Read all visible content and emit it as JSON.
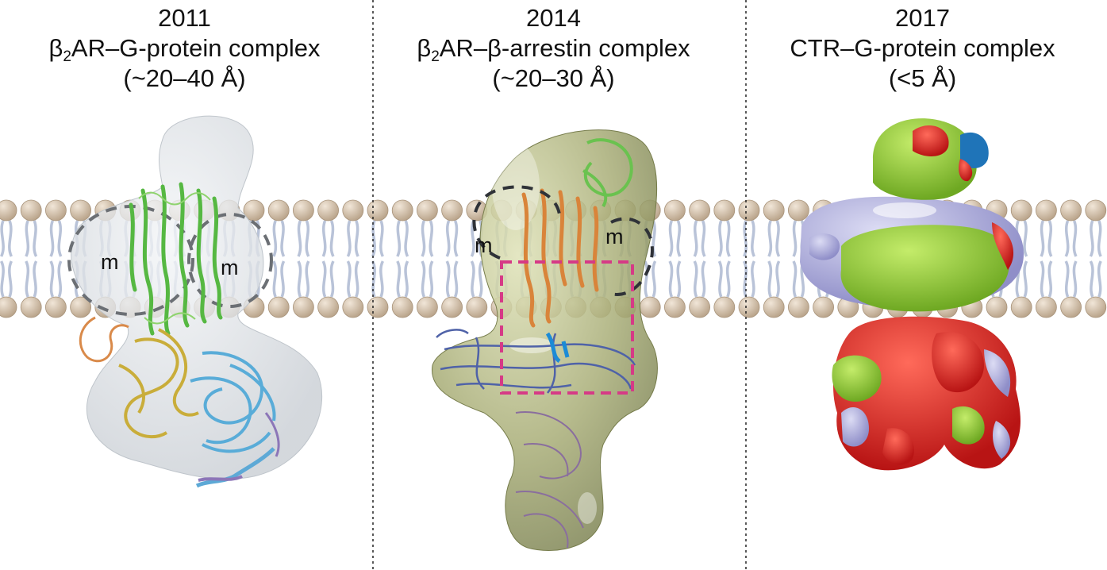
{
  "panels": [
    {
      "year": "2011",
      "title_prefix": "β",
      "title_sub": "2",
      "title_rest": "AR–G-protein complex",
      "resolution": "(~20–40 Å)",
      "micelle_label_left": "m",
      "micelle_label_right": "m"
    },
    {
      "year": "2014",
      "title_prefix": "β",
      "title_sub": "2",
      "title_rest": "AR–β-arrestin complex",
      "resolution": "(~20–30 Å)",
      "micelle_label_left": "m",
      "micelle_label_right": "m"
    },
    {
      "year": "2017",
      "title": "CTR–G-protein complex",
      "resolution": "(<5 Å)"
    }
  ],
  "colors": {
    "lipid_head": "#d8c7b2",
    "lipid_tail": "#b9c3d8",
    "envelope_2011": "#d8dde2",
    "envelope_2014": "#a8ad74",
    "helix_green": "#5bbf45",
    "helix_orange": "#d9843a",
    "strand_blue": "#4aa3d8",
    "gold": "#c9b13f",
    "violet": "#8c76b8",
    "map_red": "#e02a2a",
    "map_green": "#8fcf33",
    "map_lavender": "#a7a6d8",
    "highlight_box": "#d63a86"
  }
}
